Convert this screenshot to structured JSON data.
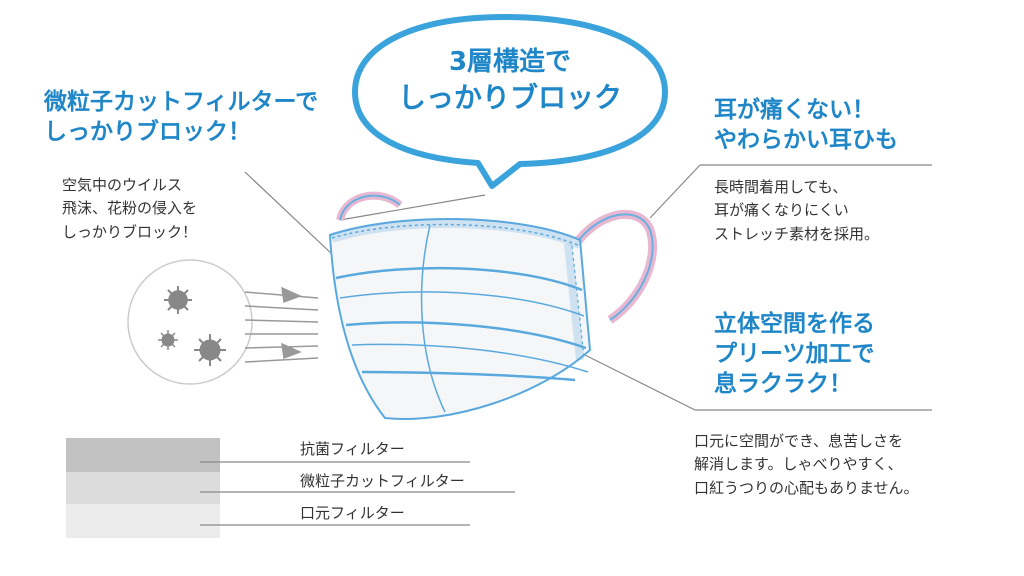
{
  "bubble": {
    "line1": "3層構造で",
    "line2": "しっかりブロック"
  },
  "left_heading": {
    "line1": "微粒子カットフィルターで",
    "line2": "しっかりブロック！"
  },
  "left_desc": {
    "line1": "空気中のウイルス",
    "line2": "飛沫、花粉の侵入を",
    "line3": "しっかりブロック！"
  },
  "right_top_heading": {
    "line1": "耳が痛くない！",
    "line2": "やわらかい耳ひも"
  },
  "right_top_desc": {
    "line1": "長時間着用しても、",
    "line2": "耳が痛くなりにくい",
    "line3": "ストレッチ素材を採用。"
  },
  "right_mid_heading": {
    "line1": "立体空間を作る",
    "line2": "プリーツ加工で",
    "line3": "息ラクラク！"
  },
  "right_bottom_desc": {
    "line1": "口元に空間ができ、息苦しさを",
    "line2": "解消します。しゃべりやすく、",
    "line3": "口紅うつりの心配もありません。"
  },
  "layers": [
    {
      "label": "抗菌フィルター",
      "color": "#c2c2c2"
    },
    {
      "label": "微粒子カットフィルター",
      "color": "#dcdcdc"
    },
    {
      "label": "口元フィルター",
      "color": "#ececec"
    }
  ],
  "colors": {
    "accent": "#1f86c8",
    "mask_line": "#5aa9de",
    "ear_loop_pink": "#e8b8d2"
  },
  "icons": [
    "virus-icon",
    "arrow-icon",
    "mask-illustration"
  ]
}
